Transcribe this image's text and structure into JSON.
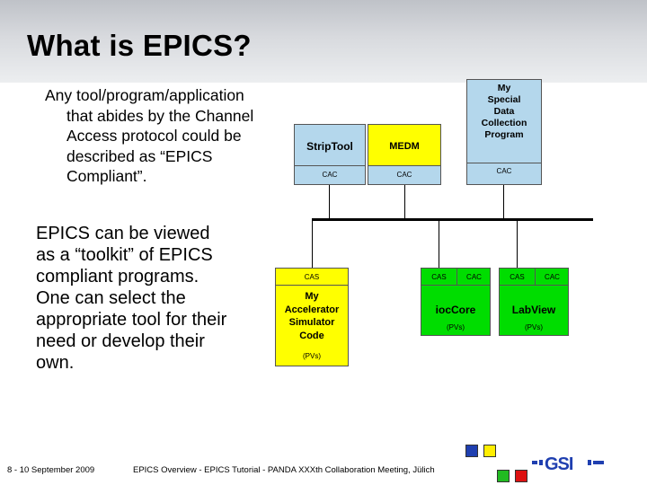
{
  "slide": {
    "title": "What is EPICS?",
    "bullet1": {
      "line1": "Any tool/program/application",
      "line2": "that abides by the Channel",
      "line3": "Access protocol could be",
      "line4": "described as “EPICS",
      "line5": "Compliant”."
    },
    "bullet2": {
      "line1": "EPICS can be viewed",
      "line2": "as a “toolkit” of EPICS",
      "line3": "compliant programs.",
      "line4": "One can select the",
      "line5": "appropriate tool for their",
      "line6": "need or develop their",
      "line7": "own."
    }
  },
  "diagram": {
    "striptool": {
      "name": "StripTool",
      "cac": "CAC"
    },
    "medm": {
      "name": "MEDM",
      "cac": "CAC"
    },
    "special": {
      "line1": "My",
      "line2": "Special",
      "line3": "Data",
      "line4": "Collection",
      "line5": "Program",
      "cac": "CAC"
    },
    "simulator": {
      "cas": "CAS",
      "line1": "My",
      "line2": "Accelerator",
      "line3": "Simulator",
      "line4": "Code",
      "pvs": "(PVs)"
    },
    "ioccore": {
      "cas": "CAS",
      "cac": "CAC",
      "name": "iocCore",
      "pvs": "(PVs)"
    },
    "labview": {
      "cas": "CAS",
      "cac": "CAC",
      "name": "LabView",
      "pvs": "(PVs)"
    }
  },
  "footer": {
    "date": "8 - 10 September 2009",
    "event": "EPICS Overview - EPICS Tutorial - PANDA XXXth Collaboration Meeting, Jülich",
    "logo_text": "GSI"
  },
  "colors": {
    "client_box": "#b4d7ec",
    "medm_box": "#ffff00",
    "server_box": "#00dd00",
    "logo_blue": "#1f3fb0"
  }
}
